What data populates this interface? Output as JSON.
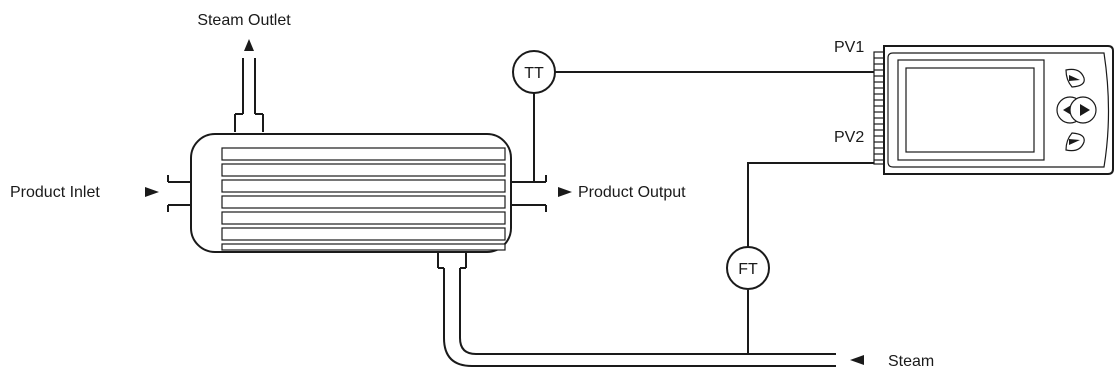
{
  "labels": {
    "steam_outlet": "Steam Outlet",
    "product_inlet": "Product Inlet",
    "product_output": "Product Output",
    "steam": "Steam",
    "pv1": "PV1",
    "pv2": "PV2"
  },
  "instruments": {
    "temperature_transmitter": "TT",
    "flow_transmitter": "FT"
  },
  "icons": {
    "inlet_arrow": "arrow-right",
    "outlet_arrow": "arrow-right",
    "steam_arrow": "arrow-left",
    "steam_outlet_arrow": "arrow-up"
  },
  "colors": {
    "line": "#1a1a1a",
    "background": "#ffffff"
  }
}
